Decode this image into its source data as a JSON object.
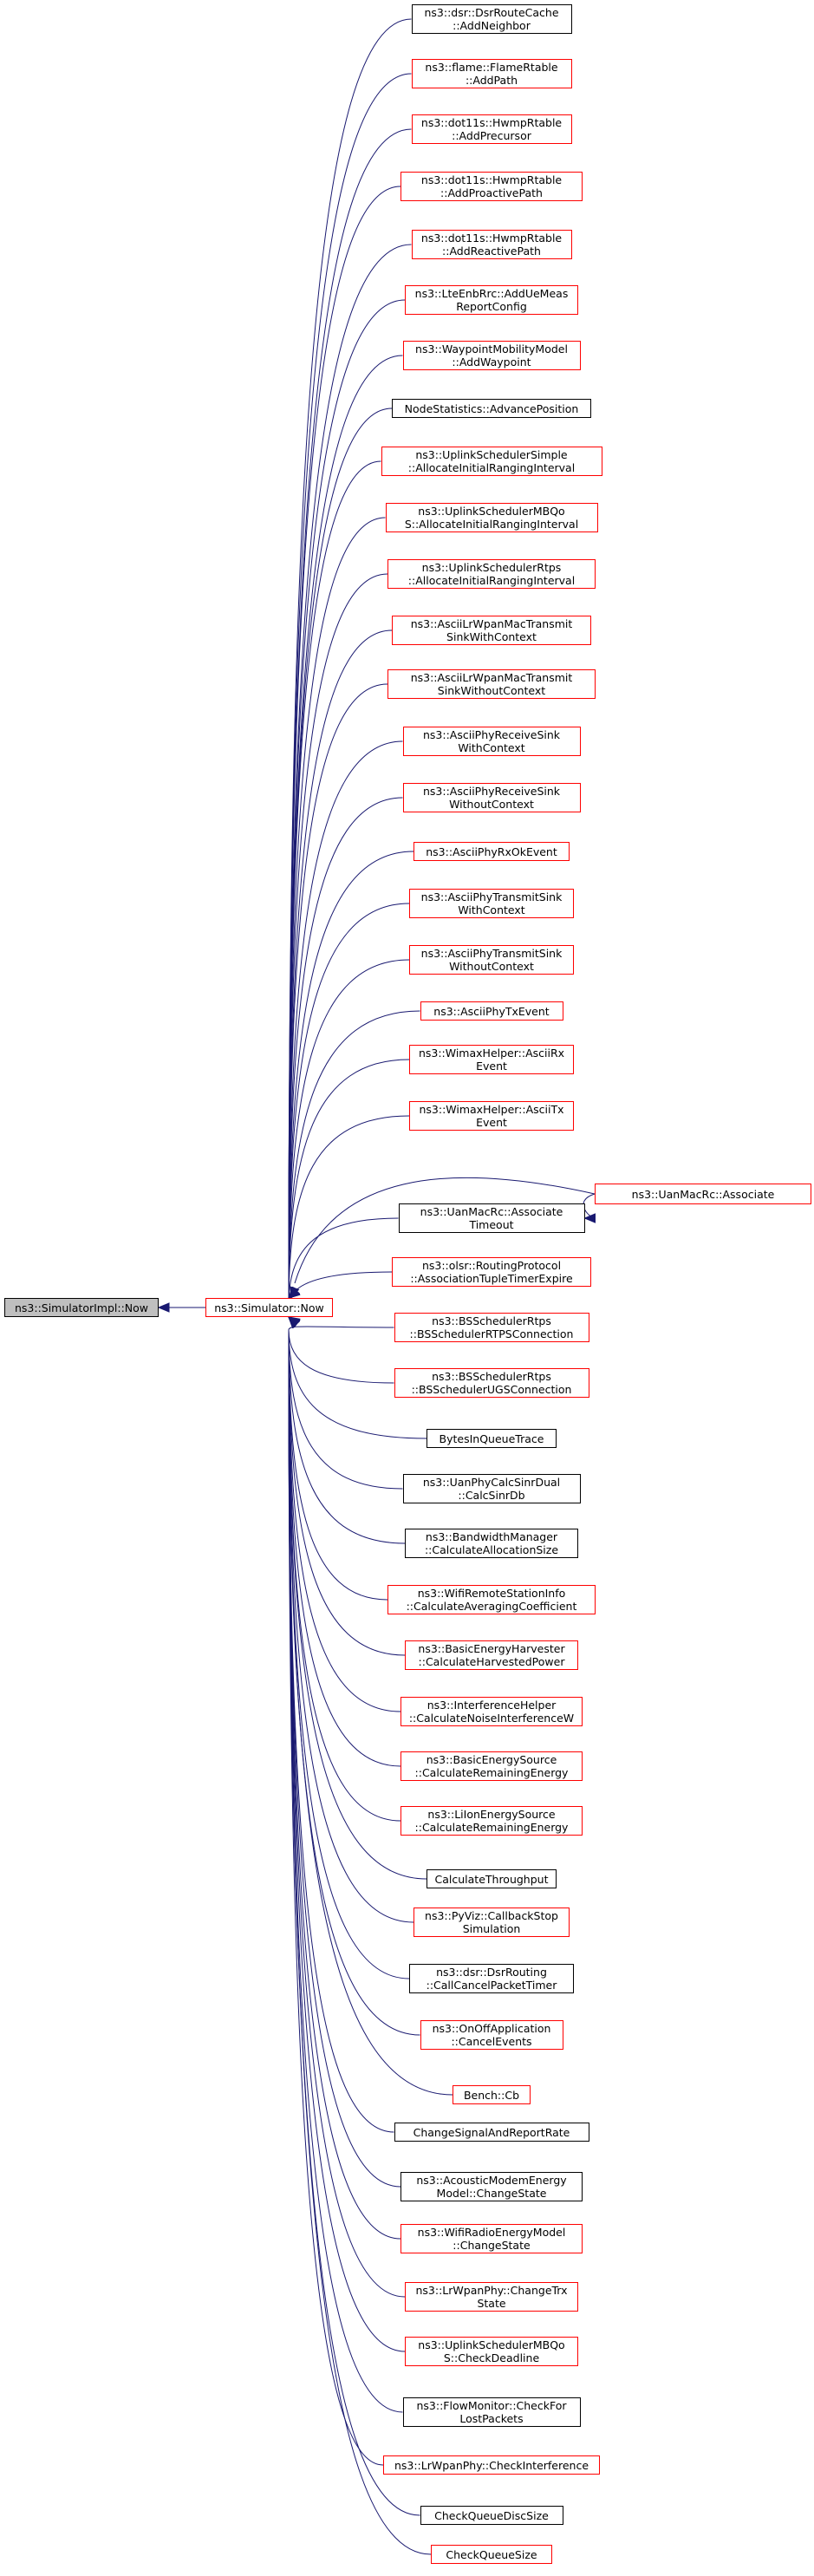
{
  "root": {
    "label": "ns3::SimulatorImpl::Now",
    "style": "gray"
  },
  "hub": {
    "label": "ns3::Simulator::Now",
    "style": "red"
  },
  "callers": [
    {
      "label": "ns3::dsr::DsrRouteCache\n::AddNeighbor",
      "style": "black"
    },
    {
      "label": "ns3::flame::FlameRtable\n::AddPath",
      "style": "red"
    },
    {
      "label": "ns3::dot11s::HwmpRtable\n::AddPrecursor",
      "style": "red"
    },
    {
      "label": "ns3::dot11s::HwmpRtable\n::AddProactivePath",
      "style": "red"
    },
    {
      "label": "ns3::dot11s::HwmpRtable\n::AddReactivePath",
      "style": "red"
    },
    {
      "label": "ns3::LteEnbRrc::AddUeMeas\nReportConfig",
      "style": "red"
    },
    {
      "label": "ns3::WaypointMobilityModel\n::AddWaypoint",
      "style": "red"
    },
    {
      "label": "NodeStatistics::AdvancePosition",
      "style": "black"
    },
    {
      "label": "ns3::UplinkSchedulerSimple\n::AllocateInitialRangingInterval",
      "style": "red"
    },
    {
      "label": "ns3::UplinkSchedulerMBQo\nS::AllocateInitialRangingInterval",
      "style": "red"
    },
    {
      "label": "ns3::UplinkSchedulerRtps\n::AllocateInitialRangingInterval",
      "style": "red"
    },
    {
      "label": "ns3::AsciiLrWpanMacTransmit\nSinkWithContext",
      "style": "red"
    },
    {
      "label": "ns3::AsciiLrWpanMacTransmit\nSinkWithoutContext",
      "style": "red"
    },
    {
      "label": "ns3::AsciiPhyReceiveSink\nWithContext",
      "style": "red"
    },
    {
      "label": "ns3::AsciiPhyReceiveSink\nWithoutContext",
      "style": "red"
    },
    {
      "label": "ns3::AsciiPhyRxOkEvent",
      "style": "red"
    },
    {
      "label": "ns3::AsciiPhyTransmitSink\nWithContext",
      "style": "red"
    },
    {
      "label": "ns3::AsciiPhyTransmitSink\nWithoutContext",
      "style": "red"
    },
    {
      "label": "ns3::AsciiPhyTxEvent",
      "style": "red"
    },
    {
      "label": "ns3::WimaxHelper::AsciiRx\nEvent",
      "style": "red"
    },
    {
      "label": "ns3::WimaxHelper::AsciiTx\nEvent",
      "style": "red"
    },
    {
      "label": "ns3::UanMacRc::Associate\nTimeout",
      "style": "black"
    },
    {
      "label": "ns3::olsr::RoutingProtocol\n::AssociationTupleTimerExpire",
      "style": "red"
    },
    {
      "label": "ns3::BSSchedulerRtps\n::BSSchedulerRTPSConnection",
      "style": "red"
    },
    {
      "label": "ns3::BSSchedulerRtps\n::BSSchedulerUGSConnection",
      "style": "red"
    },
    {
      "label": "BytesInQueueTrace",
      "style": "black"
    },
    {
      "label": "ns3::UanPhyCalcSinrDual\n::CalcSinrDb",
      "style": "black"
    },
    {
      "label": "ns3::BandwidthManager\n::CalculateAllocationSize",
      "style": "black"
    },
    {
      "label": "ns3::WifiRemoteStationInfo\n::CalculateAveragingCoefficient",
      "style": "red"
    },
    {
      "label": "ns3::BasicEnergyHarvester\n::CalculateHarvestedPower",
      "style": "red"
    },
    {
      "label": "ns3::InterferenceHelper\n::CalculateNoiseInterferenceW",
      "style": "red"
    },
    {
      "label": "ns3::BasicEnergySource\n::CalculateRemainingEnergy",
      "style": "red"
    },
    {
      "label": "ns3::LiIonEnergySource\n::CalculateRemainingEnergy",
      "style": "red"
    },
    {
      "label": "CalculateThroughput",
      "style": "black"
    },
    {
      "label": "ns3::PyViz::CallbackStop\nSimulation",
      "style": "red"
    },
    {
      "label": "ns3::dsr::DsrRouting\n::CallCancelPacketTimer",
      "style": "black"
    },
    {
      "label": "ns3::OnOffApplication\n::CancelEvents",
      "style": "red"
    },
    {
      "label": "Bench::Cb",
      "style": "red"
    },
    {
      "label": "ChangeSignalAndReportRate",
      "style": "black"
    },
    {
      "label": "ns3::AcousticModemEnergy\nModel::ChangeState",
      "style": "black"
    },
    {
      "label": "ns3::WifiRadioEnergyModel\n::ChangeState",
      "style": "red"
    },
    {
      "label": "ns3::LrWpanPhy::ChangeTrx\nState",
      "style": "red"
    },
    {
      "label": "ns3::UplinkSchedulerMBQo\nS::CheckDeadline",
      "style": "red"
    },
    {
      "label": "ns3::FlowMonitor::CheckFor\nLostPackets",
      "style": "black"
    },
    {
      "label": "ns3::LrWpanPhy::CheckInterference",
      "style": "red"
    },
    {
      "label": "CheckQueueDiscSize",
      "style": "black"
    },
    {
      "label": "CheckQueueSize",
      "style": "red"
    }
  ],
  "secondary": {
    "label": "ns3::UanMacRc::Associate",
    "style": "red"
  }
}
